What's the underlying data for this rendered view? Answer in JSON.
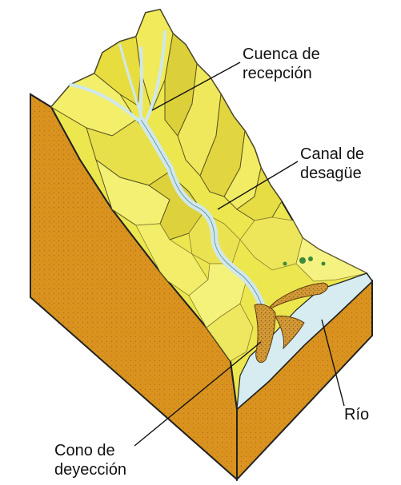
{
  "labels": {
    "cuenca": [
      "Cuenca de",
      "recepción"
    ],
    "canal": [
      "Canal de",
      "desagüe"
    ],
    "rio": "Río",
    "cono": [
      "Cono de",
      "deyección"
    ]
  },
  "colors": {
    "slope_light": "#f2ee62",
    "slope_mid": "#e5dc3e",
    "slope_dark": "#c7b22a",
    "ridge_shadow": "#b9a532",
    "cliff_face": "#d9931e",
    "cliff_dark": "#b8701a",
    "water": "#cfe8ee",
    "sediment": "#c98a2a",
    "vegetation": "#3c8a3a",
    "outline": "#222222"
  },
  "icons": [
    "mountain-block-illustration"
  ]
}
